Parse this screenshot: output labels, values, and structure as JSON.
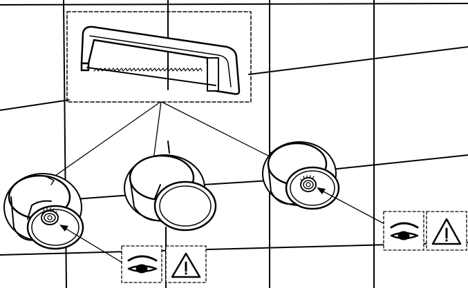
{
  "figure": {
    "kind": "installation-instruction-illustration",
    "tool_icon": "hacksaw-icon",
    "symbols": [
      {
        "icon": "eye-icon",
        "meaning": "inspect"
      },
      {
        "icon": "warning-triangle-icon",
        "meaning": "caution"
      }
    ],
    "fittings": [
      {
        "name": "left-fitting",
        "has_cartridge_stem": true
      },
      {
        "name": "center-fitting",
        "has_cartridge_stem": false
      },
      {
        "name": "right-fitting",
        "has_cartridge_stem": true
      }
    ],
    "colors": {
      "line": "#000000",
      "background": "#ffffff",
      "tool_fill": "#ffffff"
    }
  }
}
